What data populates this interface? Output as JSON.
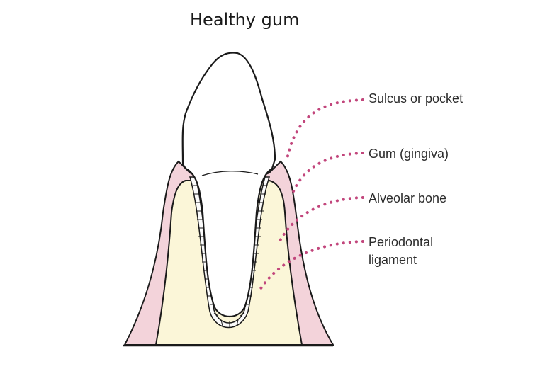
{
  "title": "Healthy gum",
  "labels": {
    "sulcus": "Sulcus or pocket",
    "gum": "Gum (gingiva)",
    "bone": "Alveolar bone",
    "ligament_line1": "Periodontal",
    "ligament_line2": "ligament"
  },
  "colors": {
    "gum_fill": "#f3d3da",
    "bone_fill": "#fbf6d8",
    "outline": "#1a1a1a",
    "leader_dots": "#c2467c"
  }
}
